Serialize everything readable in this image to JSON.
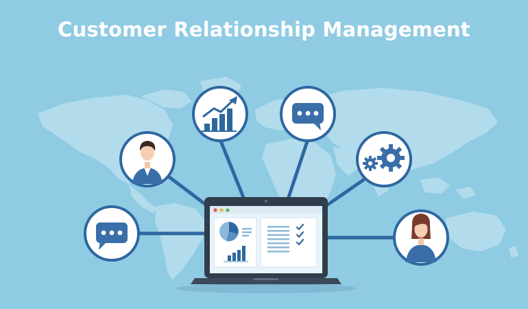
{
  "title": "Customer Relationship Management",
  "colors": {
    "background": "#8fcbe3",
    "map": "#b2dcec",
    "node_border": "#2e67a0",
    "node_fill": "#ffffff",
    "accent_blue": "#3a6ea8",
    "connector": "#2e67a0",
    "laptop_body": "#2f3d4c",
    "screen": "#e9f4fa"
  },
  "nodes": [
    {
      "id": "growth-chart",
      "icon": "bar-chart-growth-icon"
    },
    {
      "id": "chat-top",
      "icon": "chat-bubble-icon"
    },
    {
      "id": "male-customer",
      "icon": "male-avatar-icon"
    },
    {
      "id": "gears",
      "icon": "gears-icon"
    },
    {
      "id": "chat-left",
      "icon": "chat-bubble-icon"
    },
    {
      "id": "female-customer",
      "icon": "female-avatar-icon"
    }
  ],
  "laptop": {
    "icon": "laptop-icon",
    "window_dots": [
      "#e5534b",
      "#f2b43c",
      "#57b85a"
    ],
    "checklist_items": 3
  }
}
